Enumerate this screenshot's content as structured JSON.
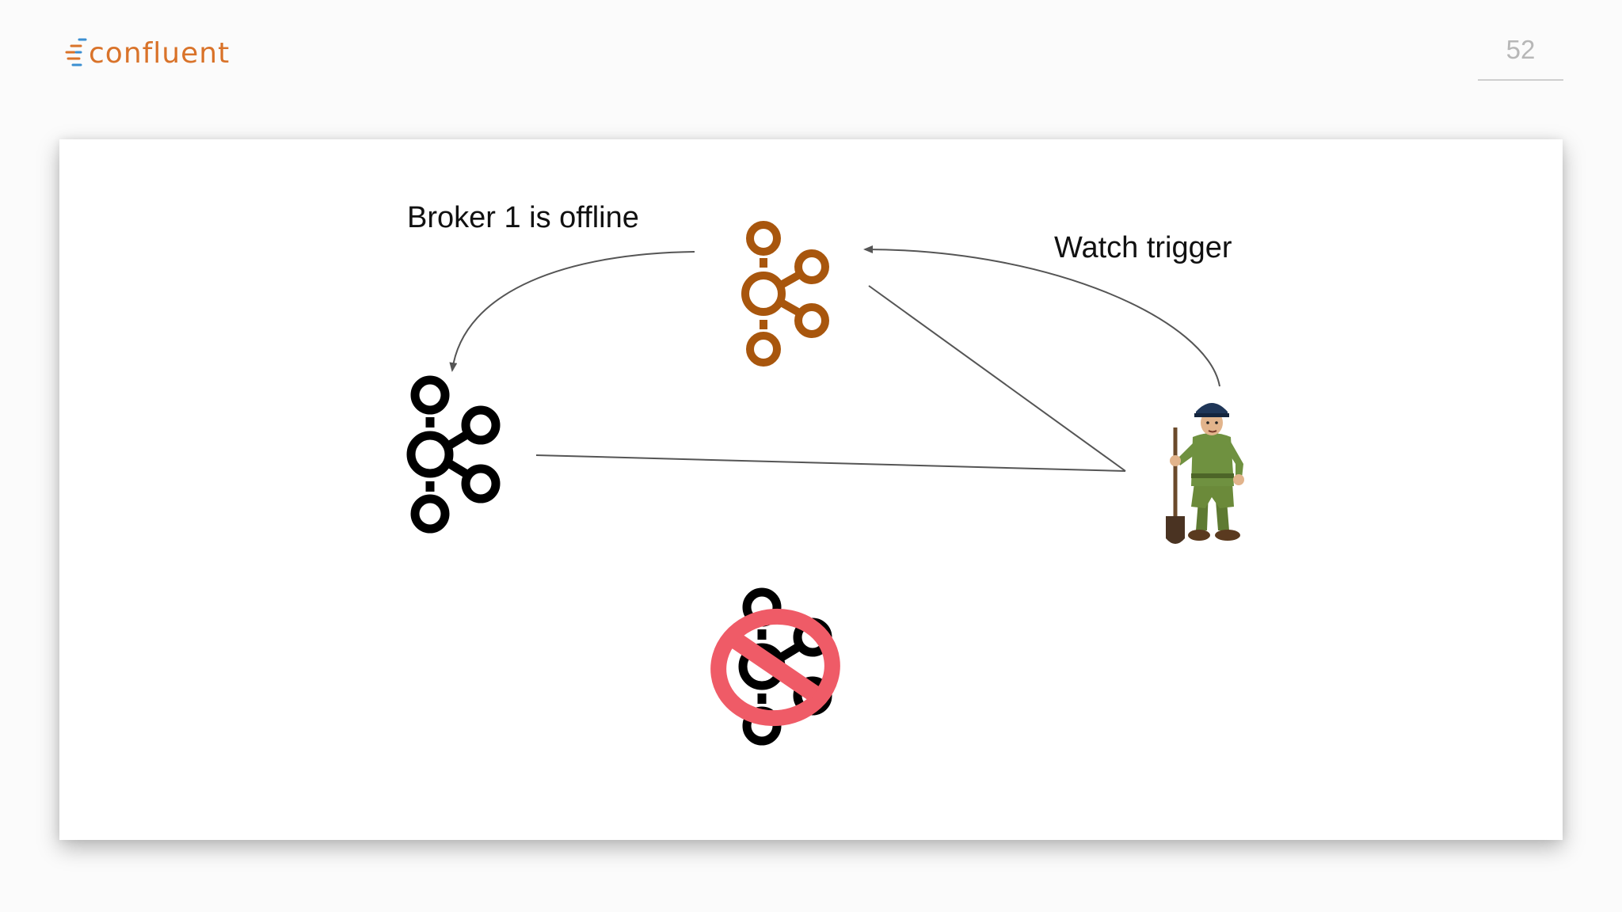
{
  "header": {
    "logo_text": "confluent",
    "page_number": "52"
  },
  "diagram": {
    "labels": {
      "broker_offline": "Broker 1 is offline",
      "watch_trigger": "Watch trigger"
    },
    "icons": {
      "controller_broker": "kafka-logo-icon",
      "broker": "kafka-logo-icon",
      "offline_broker": "kafka-logo-prohibited-icon",
      "zookeeper": "zookeeper-character-icon"
    }
  },
  "colors": {
    "brand_orange": "#d9732a",
    "controller": "#a8560d",
    "broker": "#000000",
    "prohibit_red": "#ef5b67"
  }
}
